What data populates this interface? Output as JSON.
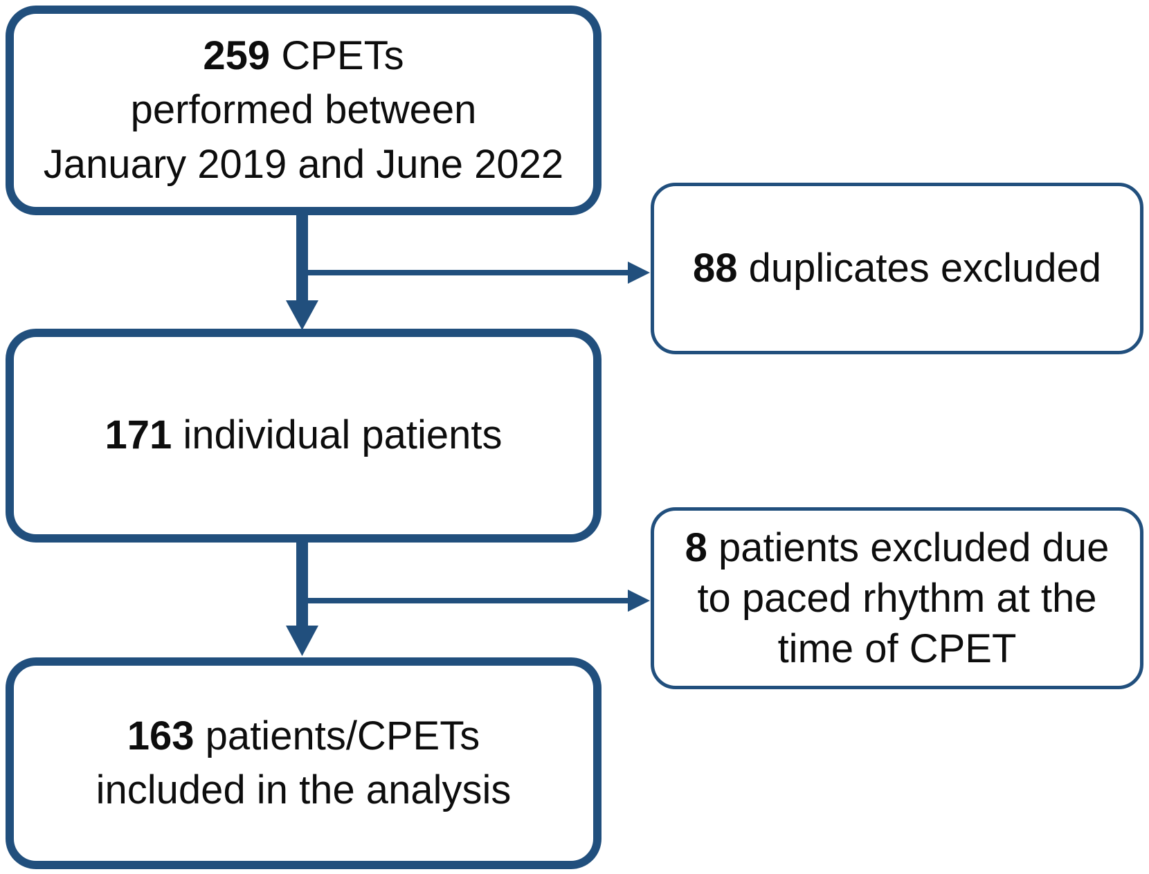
{
  "figure": {
    "kind": "patient-flow-diagram",
    "background_color": "#ffffff",
    "colors": {
      "box_border": "#214f7d",
      "arrow": "#214f7d",
      "text": "#0d0d0d"
    }
  },
  "flowchart": {
    "main_boxes": [
      {
        "id": "cpets-performed",
        "number": "259",
        "rest": " CPETs",
        "extra_lines": [
          "performed between",
          "January 2019 and June 2022"
        ]
      },
      {
        "id": "individual-patients",
        "number": "171",
        "rest": " individual patients",
        "extra_lines": []
      },
      {
        "id": "included-in-analysis",
        "number": "163",
        "rest": " patients/CPETs",
        "extra_lines": [
          "included in the analysis"
        ]
      }
    ],
    "exclusion_boxes": [
      {
        "id": "duplicates-excluded",
        "number": "88",
        "rest": " duplicates excluded",
        "extra_lines": []
      },
      {
        "id": "paced-rhythm-excluded",
        "number": "8",
        "rest": " patients excluded due",
        "extra_lines": [
          "to paced rhythm at the",
          "time of CPET"
        ]
      }
    ]
  }
}
